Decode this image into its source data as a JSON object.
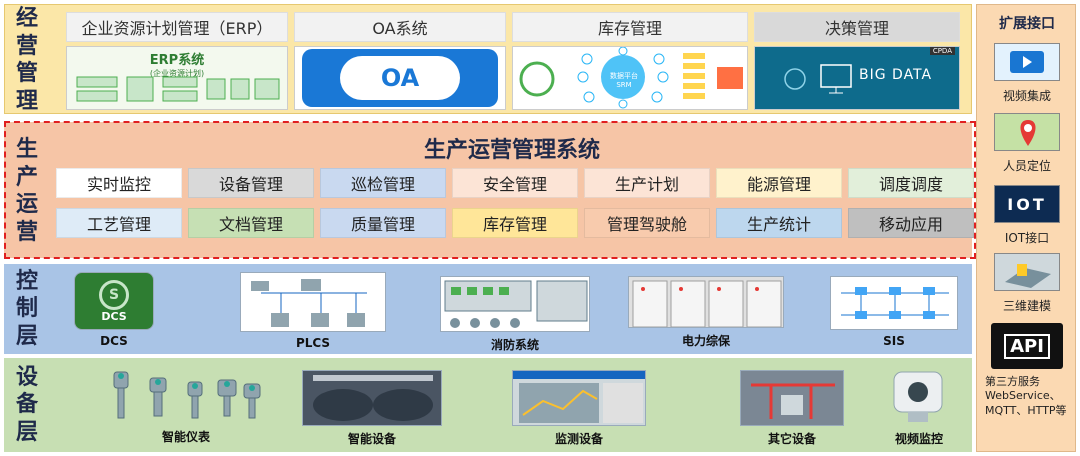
{
  "layers": {
    "management": [
      "经",
      "营",
      "管",
      "理"
    ],
    "production": [
      "生",
      "产",
      "运",
      "营"
    ],
    "control": [
      "控",
      "制",
      "层"
    ],
    "device": [
      "设",
      "备",
      "层"
    ]
  },
  "management": {
    "items": [
      {
        "label": "企业资源计划管理（ERP）",
        "image_text": "ERP系统",
        "image_sub": "(企业资源计划)"
      },
      {
        "label": "OA系统",
        "image_text": "OA"
      },
      {
        "label": "库存管理",
        "image_text": "数据平台 SRM"
      },
      {
        "label": "决策管理",
        "image_text": "BIG DATA",
        "image_corner": "CPDA"
      }
    ]
  },
  "production": {
    "title": "生产运营管理系统",
    "row1": [
      "实时监控",
      "设备管理",
      "巡检管理",
      "安全管理",
      "生产计划",
      "能源管理",
      "调度调度"
    ],
    "row2": [
      "工艺管理",
      "文档管理",
      "质量管理",
      "库存管理",
      "管理驾驶舱",
      "生产统计",
      "移动应用"
    ],
    "colors": [
      "#ffffff",
      "#d9d9d9",
      "#c9d9f0",
      "#fce4d6",
      "#fce4d6",
      "#fff2cc",
      "#e2efda"
    ],
    "colors2": [
      "#deebf7",
      "#c6e0b4",
      "#c9d9f0",
      "#ffe699",
      "#f8cbad",
      "#bdd7ee",
      "#bfbfbf"
    ]
  },
  "control": {
    "items": [
      {
        "label": "DCS",
        "icon_text": "DCS"
      },
      {
        "label": "PLCS"
      },
      {
        "label": "消防系统"
      },
      {
        "label": "电力综保"
      },
      {
        "label": "SIS"
      }
    ]
  },
  "device": {
    "items": [
      {
        "label": "智能仪表"
      },
      {
        "label": "智能设备"
      },
      {
        "label": "监测设备"
      },
      {
        "label": "其它设备"
      },
      {
        "label": "视频监控"
      }
    ]
  },
  "extension": {
    "title": "扩展接口",
    "items": [
      {
        "label": "视频集成"
      },
      {
        "label": "人员定位"
      },
      {
        "label": "IOT接口",
        "icon_text": "IOT"
      },
      {
        "label": "三维建模"
      }
    ],
    "api_text": "API",
    "third_party": "第三方服务WebService、MQTT、HTTP等"
  }
}
